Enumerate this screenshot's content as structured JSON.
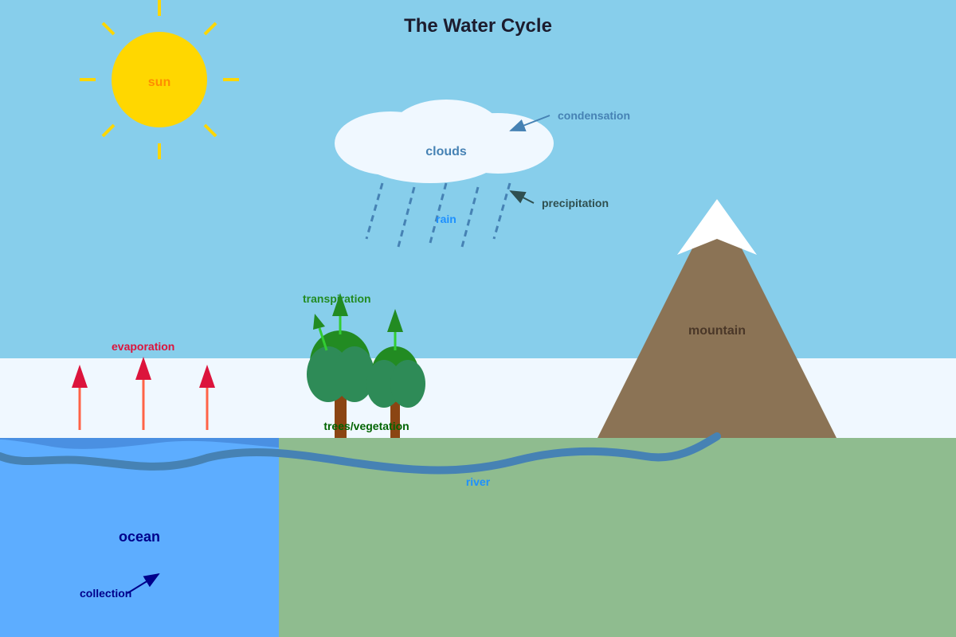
{
  "title": "The Water Cycle",
  "labels": {
    "sun": "sun",
    "clouds": "clouds",
    "condensation": "condensation",
    "precipitation": "precipitation",
    "rain": "rain",
    "mountain": "mountain",
    "transpiration": "transpiration",
    "evaporation": "evaporation",
    "trees": "trees/vegetation",
    "river": "river",
    "ocean": "ocean",
    "collection": "collection"
  },
  "colors": {
    "sky": "#87CEEB",
    "haze": "#F0F8FF",
    "sun": "#FFD700",
    "cloud": "#F0F8FF",
    "ocean": "#5DADFF",
    "land": "#8FBC8F",
    "river": "#4682B4",
    "mountain": "#8B7355",
    "snow": "#FFFFFF",
    "tree": "#2E8B57",
    "trunk": "#8B4513",
    "evaporation": "#DC143C",
    "transpiration": "#228B22"
  }
}
